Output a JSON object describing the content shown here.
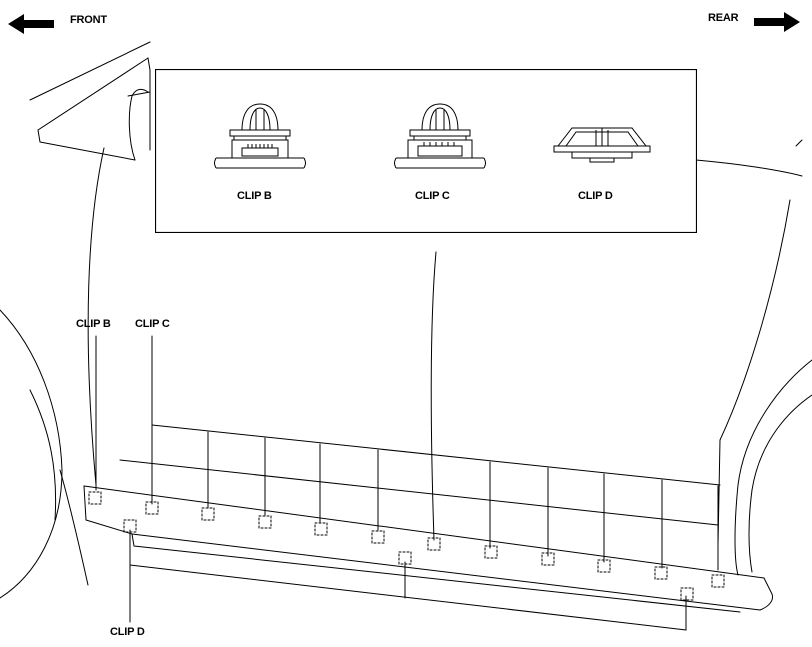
{
  "orientation": {
    "front_label": "FRONT",
    "rear_label": "REAR",
    "front_arrow_icon": "arrow-left-icon",
    "rear_arrow_icon": "arrow-right-icon"
  },
  "inset": {
    "clips": [
      {
        "label": "CLIP B",
        "icon": "push-clip-b-icon"
      },
      {
        "label": "CLIP C",
        "icon": "push-clip-c-icon"
      },
      {
        "label": "CLIP D",
        "icon": "flat-clip-d-icon"
      }
    ]
  },
  "callouts": {
    "clip_b": "CLIP B",
    "clip_c": "CLIP C",
    "clip_d": "CLIP D"
  },
  "colors": {
    "ink": "#000000",
    "background": "#ffffff"
  }
}
